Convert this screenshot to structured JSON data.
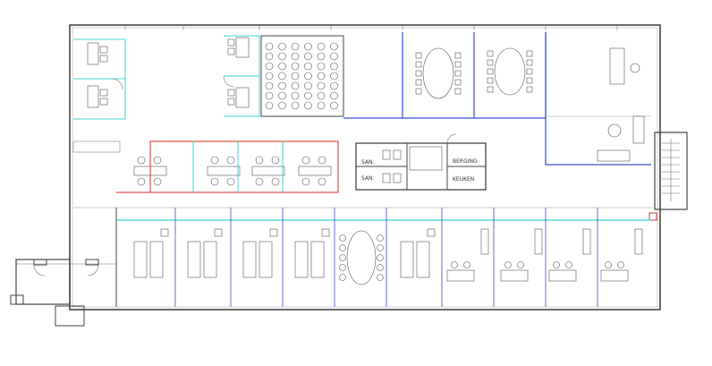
{
  "labels": {
    "sanitary_1": "SAN.",
    "sanitary_2": "SAN.",
    "storage": "BERGING",
    "kitchen": "KEUKEN"
  },
  "colors": {
    "cyan_partition": "#3fd6d6",
    "blue_partition": "#3a4cc9",
    "red_partition": "#d9534f",
    "wall": "#444444",
    "furniture": "#555555"
  }
}
